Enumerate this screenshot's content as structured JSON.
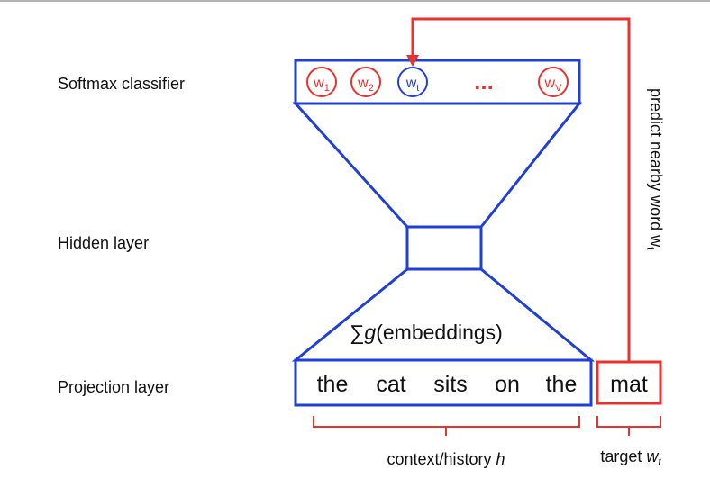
{
  "layers": {
    "softmax": "Softmax classifier",
    "hidden": "Hidden layer",
    "projection": "Projection layer"
  },
  "outputs": [
    {
      "base": "w",
      "sub": "1",
      "color": "#e8322c"
    },
    {
      "base": "w",
      "sub": "2",
      "color": "#e8322c"
    },
    {
      "base": "w",
      "sub": "t",
      "color": "#1f3fd6"
    },
    {
      "base": "w",
      "sub": "V",
      "color": "#e8322c"
    }
  ],
  "ellipsis": "...",
  "sum_label": {
    "symbol": "∑",
    "func": "g",
    "arg": "(embeddings)"
  },
  "context_words": [
    "the",
    "cat",
    "sits",
    "on",
    "the"
  ],
  "target_word": "mat",
  "side_label": {
    "text": "predict nearby word w",
    "sub": "t"
  },
  "bracket_labels": {
    "context": {
      "text": "context/history ",
      "var": "h"
    },
    "target": {
      "text": "target ",
      "var": "w",
      "sub": "t"
    }
  },
  "colors": {
    "blue": "#1f3fd6",
    "red": "#e8322c",
    "border": "#9a9a9a"
  }
}
